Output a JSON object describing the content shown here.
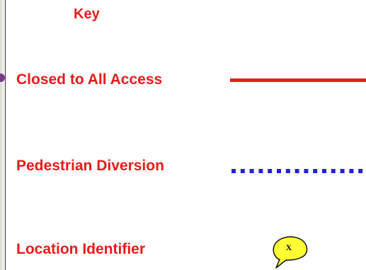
{
  "legend": {
    "title": "Key",
    "items": [
      {
        "label": "Closed to All Access",
        "symbol": "solid-red-line",
        "color": "#ee1c1c"
      },
      {
        "label": "Pedestrian Diversion",
        "symbol": "dotted-blue-line",
        "color": "#2222dd"
      },
      {
        "label": "Location Identifier",
        "symbol": "yellow-speech-bubble",
        "marker_text": "X",
        "color": "#ffff33"
      }
    ]
  },
  "colors": {
    "label_text": "#e81b1b",
    "background": "#ffffff",
    "marker_outline": "#111111"
  }
}
